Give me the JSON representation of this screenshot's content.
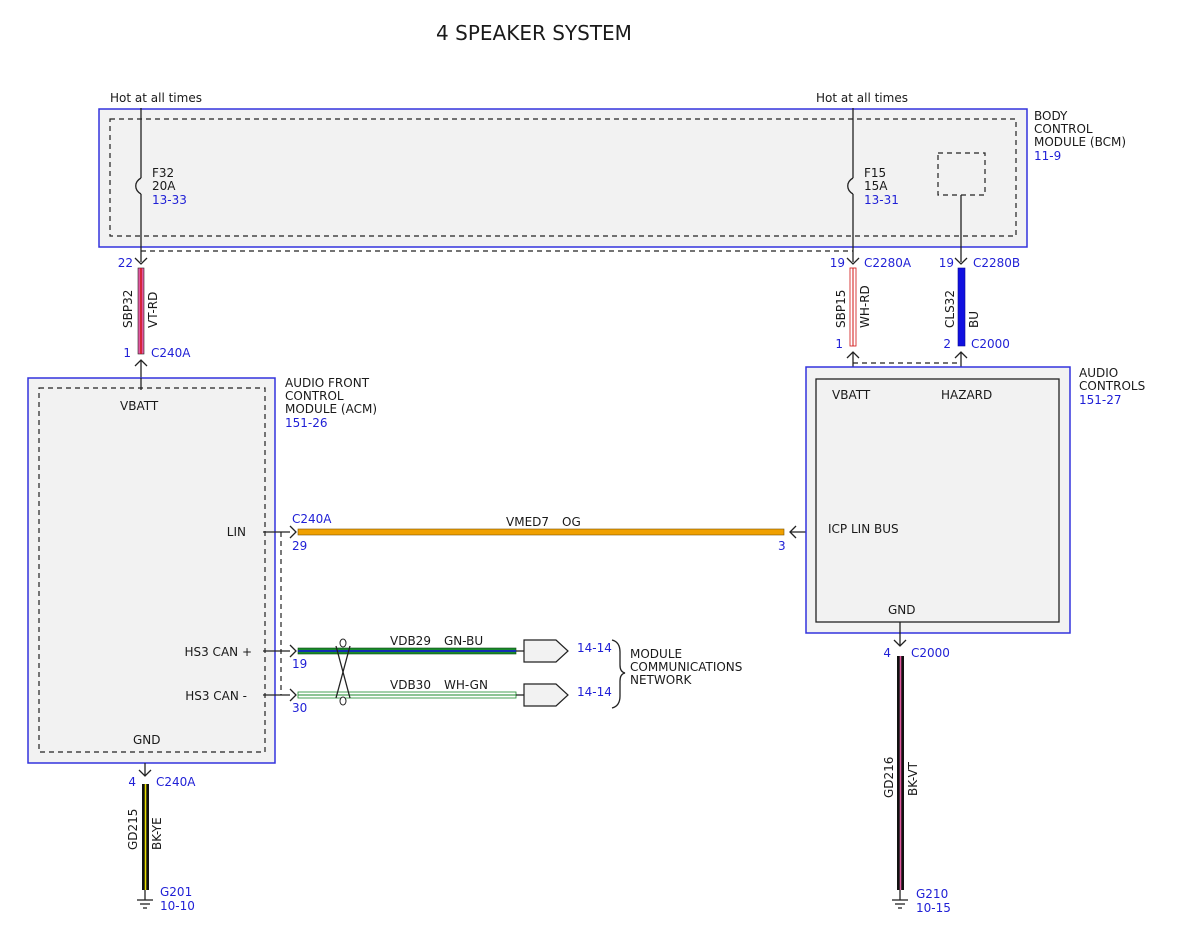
{
  "title": "4 SPEAKER SYSTEM",
  "power": {
    "left_label": "Hot at all times",
    "right_label": "Hot at all times"
  },
  "bcm": {
    "name_l1": "BODY",
    "name_l2": "CONTROL",
    "name_l3": "MODULE (BCM)",
    "ref": "11-9",
    "fuse_f32": {
      "name": "F32",
      "rating": "20A",
      "ref": "13-33"
    },
    "fuse_f15": {
      "name": "F15",
      "rating": "15A",
      "ref": "13-31"
    }
  },
  "acm": {
    "name_l1": "AUDIO FRONT",
    "name_l2": "CONTROL",
    "name_l3": "MODULE (ACM)",
    "ref": "151-26",
    "pin_vbatt": "VBATT",
    "pin_lin": "LIN",
    "pin_can_plus": "HS3 CAN +",
    "pin_can_minus": "HS3 CAN -",
    "pin_gnd": "GND"
  },
  "audio_controls": {
    "name_l1": "AUDIO",
    "name_l2": "CONTROLS",
    "ref": "151-27",
    "pin_vbatt": "VBATT",
    "pin_hazard": "HAZARD",
    "pin_lin": "ICP LIN BUS",
    "pin_gnd": "GND"
  },
  "circuits": {
    "sbp32": {
      "circuit": "SBP32",
      "color": "VT-RD",
      "top_pin": "22",
      "bottom_pin": "1",
      "bottom_conn": "C240A",
      "wire_main": "#e0579e",
      "wire_stripe": "#d01010"
    },
    "sbp15": {
      "circuit": "SBP15",
      "color": "WH-RD",
      "top_pin": "19",
      "top_conn": "C2280A",
      "bottom_pin": "1",
      "wire_main": "#ffffff",
      "wire_stripe": "#d01010"
    },
    "cls32": {
      "circuit": "CLS32",
      "color": "BU",
      "top_pin": "19",
      "top_conn": "C2280B",
      "bottom_pin": "2",
      "bottom_conn": "C2000",
      "wire_main": "#1010e0"
    },
    "vmed7": {
      "circuit": "VMED7",
      "color": "OG",
      "conn": "C240A",
      "left_pin": "29",
      "right_pin": "3",
      "wire_main": "#f0a000"
    },
    "vdb29": {
      "circuit": "VDB29",
      "color": "GN-BU",
      "pin": "19",
      "ref": "14-14",
      "wire_main": "#1a8a2a",
      "wire_stripe": "#1010e0"
    },
    "vdb30": {
      "circuit": "VDB30",
      "color": "WH-GN",
      "pin": "30",
      "ref": "14-14",
      "wire_main": "#ffffff",
      "wire_stripe": "#1a8a2a"
    },
    "gd215": {
      "circuit": "GD215",
      "color": "BK-YE",
      "pin": "4",
      "conn": "C240A",
      "ground": "G201",
      "ground_ref": "10-10",
      "wire_main": "#111111",
      "wire_stripe": "#e8e000"
    },
    "gd216": {
      "circuit": "GD216",
      "color": "BK-VT",
      "pin": "4",
      "conn": "C2000",
      "ground": "G210",
      "ground_ref": "10-15",
      "wire_main": "#111111",
      "wire_stripe": "#e0579e"
    }
  },
  "network": {
    "label_l1": "MODULE",
    "label_l2": "COMMUNICATIONS",
    "label_l3": "NETWORK"
  }
}
